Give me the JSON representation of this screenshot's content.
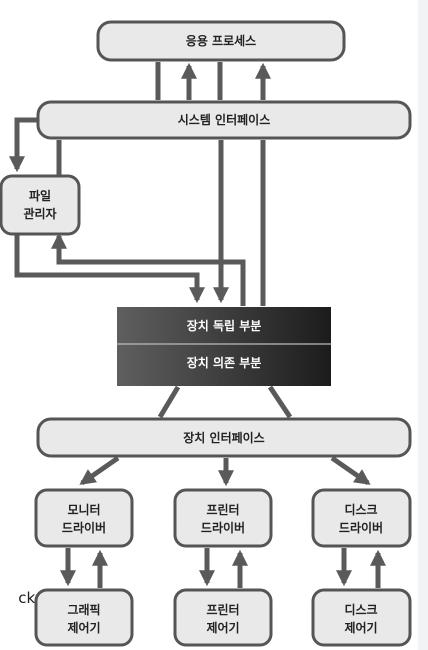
{
  "background_text": "ck,",
  "colors": {
    "box_fill": "#e9e9e9",
    "box_stroke": "#555555",
    "arrow": "#5a5a5a",
    "dark_block": "#2b2b2b",
    "dark_text": "#ffffff"
  },
  "diagram": {
    "app_process": "응용 프로세스",
    "system_interface": "시스템 인터페이스",
    "file_manager": [
      "파일",
      "관리자"
    ],
    "device_independent": "장치 독립 부분",
    "device_dependent": "장치 의존 부분",
    "device_interface": "장치 인터페이스",
    "monitor_driver": [
      "모니터",
      "드라이버"
    ],
    "printer_driver": [
      "프린터",
      "드라이버"
    ],
    "disk_driver": [
      "디스크",
      "드라이버"
    ],
    "graphics_controller": [
      "그래픽",
      "제어기"
    ],
    "printer_controller": [
      "프린터",
      "제어기"
    ],
    "disk_controller": [
      "디스크",
      "제어기"
    ]
  }
}
